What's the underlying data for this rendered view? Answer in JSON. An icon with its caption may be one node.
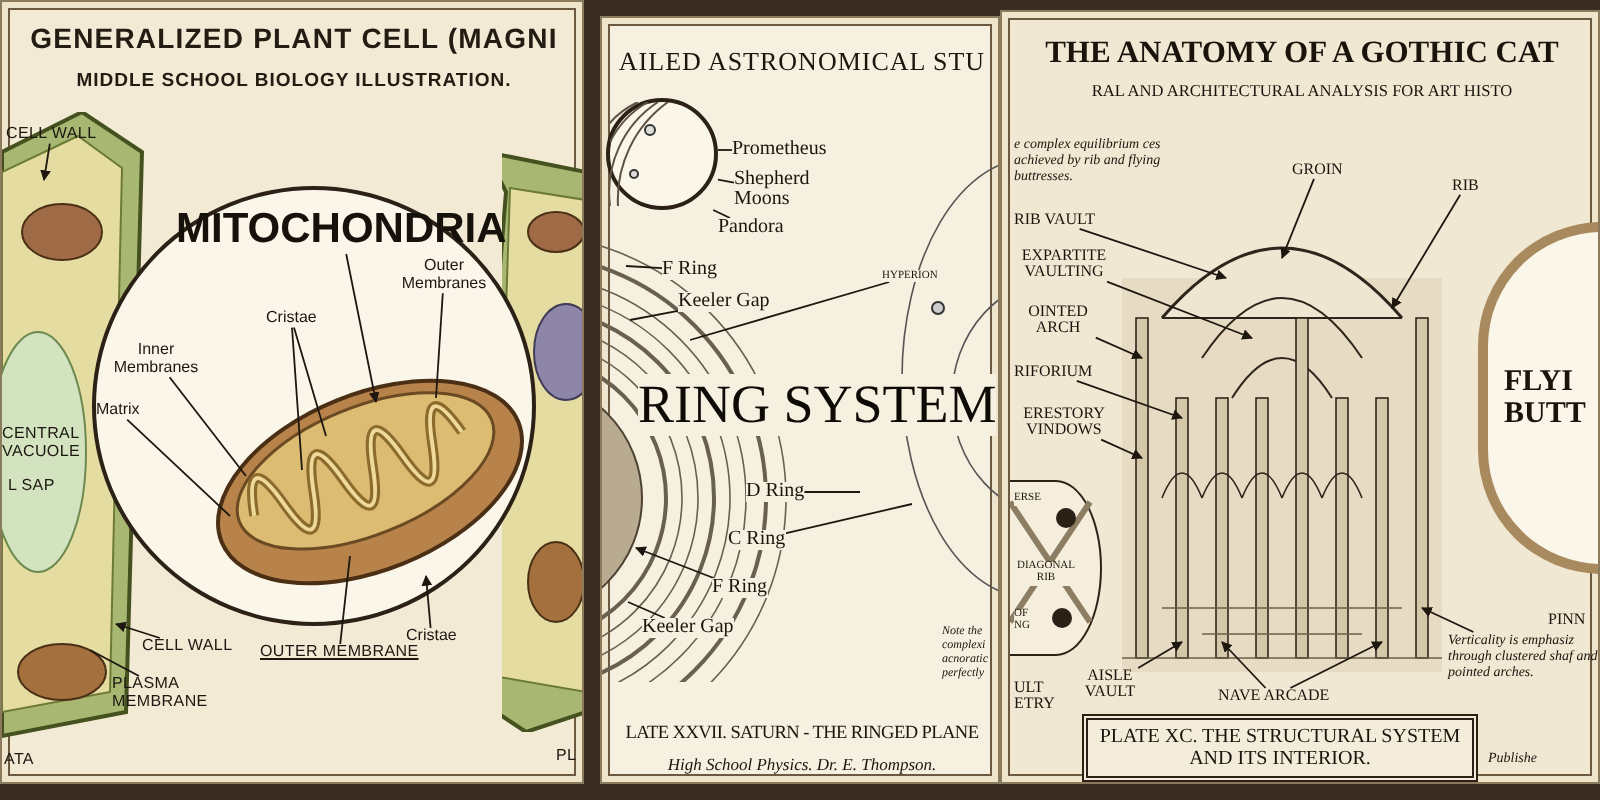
{
  "diagram": {
    "nodes": [
      {
        "text": [
          "GENERALIZED PLANT CELL (MAGNI",
          "MIDDLE SCHOOL BIOLOGY ILLUSTRATION."
        ]
      },
      {
        "text": [],
        "shape": "circle",
        "in": 0
      },
      {
        "text": [
          "MITOCHONDRIA"
        ],
        "in": 1
      },
      {
        "text": [],
        "shape": "picture",
        "in": 1
      },
      {
        "text": [
          "Outer Membranes"
        ]
      },
      {
        "text": [
          "Cristae"
        ]
      },
      {
        "text": [
          "Inner Membranes"
        ],
        "in": 1
      },
      {
        "text": [
          "Matrix"
        ],
        "in": 1
      },
      {
        "text": [
          "CELL WALL"
        ],
        "in": 0
      },
      {
        "text": [
          "CENTRAL VACUOLE"
        ],
        "in": 0
      },
      {
        "text": [
          "L SAP"
        ],
        "in": 0
      },
      {
        "text": [
          "Cristae"
        ]
      },
      {
        "text": [
          "CELL WALL"
        ],
        "in": 0
      },
      {
        "text": [
          "OUTER MEMBRANE"
        ]
      },
      {
        "text": [
          "PLASMA MEMBRANE"
        ],
        "in": 0
      },
      {
        "text": [
          "AILED ASTRONOMICAL STU",
          "LATE XXVII. SATURN - THE RINGED PLANE",
          "High School Physics. Dr. E. Thompson."
        ]
      },
      {
        "text": [],
        "shape": "circle",
        "in": 15
      },
      {
        "text": [
          "Prometheus"
        ],
        "in": 15
      },
      {
        "text": [
          "Shepherd Moons"
        ],
        "in": 15
      },
      {
        "text": [
          "Pandora"
        ],
        "in": 15
      },
      {
        "text": [
          "F Ring"
        ],
        "in": 15
      },
      {
        "text": [
          "Keeler Gap"
        ],
        "in": 15
      },
      {
        "text": [
          "HYPERION"
        ],
        "in": 15
      },
      {
        "text": [
          "RING SYSTEM"
        ],
        "in": 15
      },
      {
        "text": [
          "D Ring"
        ],
        "in": 15
      },
      {
        "text": [
          "C Ring"
        ],
        "in": 15
      },
      {
        "text": [
          "F Ring"
        ],
        "in": 15
      },
      {
        "text": [
          "Keeler Gap"
        ],
        "in": 15
      },
      {
        "text": [
          "Note the complexi acnoratic perfectly"
        ],
        "in": 15
      },
      {
        "text": [
          "THE ANATOMY OF A GOTHIC CAT",
          "RAL AND ARCHITECTURAL ANALYSIS FOR ART HISTO"
        ]
      },
      {
        "text": [],
        "shape": "picture",
        "in": 29
      },
      {
        "text": [
          "GROIN"
        ],
        "in": 29
      },
      {
        "text": [
          "RIB"
        ],
        "in": 29
      },
      {
        "text": [
          "RIB VAULT"
        ]
      },
      {
        "text": [
          "EXPARTITE VAULTING"
        ]
      },
      {
        "text": [
          "OINTED ARCH"
        ]
      },
      {
        "text": [
          "RIFORIUM"
        ]
      },
      {
        "text": [
          "ERESTORY VINDOWS"
        ]
      },
      {
        "text": [],
        "shape": "circle"
      },
      {
        "text": [
          "ERSE"
        ],
        "in": 38
      },
      {
        "text": [
          "DIAGONAL RIB"
        ],
        "in": 38
      },
      {
        "text": [
          "OF NG"
        ],
        "in": 38
      },
      {
        "text": [
          "AISLE VAULT"
        ]
      },
      {
        "text": [
          "NAVE ARCADE"
        ],
        "in": 29
      },
      {
        "text": [
          "FLYI BUTT"
        ],
        "in": 29
      },
      {
        "text": [
          "PLATE XC. THE STRUCTURAL SYSTEM AND ITS INTERIOR."
        ],
        "in": 29
      },
      {
        "text": [
          "Verticality is emphasiz through clustered shaf and pointed arches."
        ],
        "in": 29
      }
    ],
    "edges": [
      {
        "from": 2,
        "to": 3,
        "arrow": "to"
      },
      {
        "from": 4,
        "to": 3,
        "arrow": "none"
      },
      {
        "from": 5,
        "to": 3,
        "arrow": "none"
      },
      {
        "from": 5,
        "to": 3,
        "arrow": "none"
      },
      {
        "from": 6,
        "to": 3,
        "arrow": "none"
      },
      {
        "from": 7,
        "to": 3,
        "arrow": "none"
      },
      {
        "from": 11,
        "to": 3,
        "arrow": "to"
      },
      {
        "from": 13,
        "to": 3,
        "arrow": "none"
      },
      {
        "from": 8,
        "to": null,
        "arrow": "to"
      },
      {
        "from": 12,
        "to": null,
        "arrow": "to"
      },
      {
        "from": 14,
        "to": null,
        "arrow": "none"
      },
      {
        "from": 17,
        "to": 16,
        "arrow": "none"
      },
      {
        "from": 18,
        "to": 16,
        "arrow": "none"
      },
      {
        "from": 19,
        "to": 16,
        "arrow": "none"
      },
      {
        "from": 20,
        "to": null,
        "arrow": "none"
      },
      {
        "from": 21,
        "to": null,
        "arrow": "none"
      },
      {
        "from": 22,
        "to": null,
        "arrow": "none"
      },
      {
        "from": 24,
        "to": null,
        "arrow": "none"
      },
      {
        "from": 25,
        "to": null,
        "arrow": "none"
      },
      {
        "from": 26,
        "to": null,
        "arrow": "to"
      },
      {
        "from": 27,
        "to": null,
        "arrow": "none"
      },
      {
        "from": 31,
        "to": 30,
        "arrow": "to"
      },
      {
        "from": 32,
        "to": 30,
        "arrow": "to"
      },
      {
        "from": 33,
        "to": 30,
        "arrow": "to"
      },
      {
        "from": 34,
        "to": 30,
        "arrow": "to"
      },
      {
        "from": 35,
        "to": 30,
        "arrow": "to"
      },
      {
        "from": 36,
        "to": 30,
        "arrow": "to"
      },
      {
        "from": 37,
        "to": 30,
        "arrow": "to"
      },
      {
        "from": 42,
        "to": 30,
        "arrow": "to"
      },
      {
        "from": 43,
        "to": 30,
        "arrow": "to"
      },
      {
        "from": 43,
        "to": 30,
        "arrow": "to"
      },
      {
        "from": 46,
        "to": 30,
        "arrow": "to"
      }
    ],
    "labels": [
      "ATA",
      "PL",
      "e complex equilibrium ces achieved by rib and flying buttresses.",
      "ULT ETRY",
      "PINN",
      "Publishe"
    ]
  }
}
